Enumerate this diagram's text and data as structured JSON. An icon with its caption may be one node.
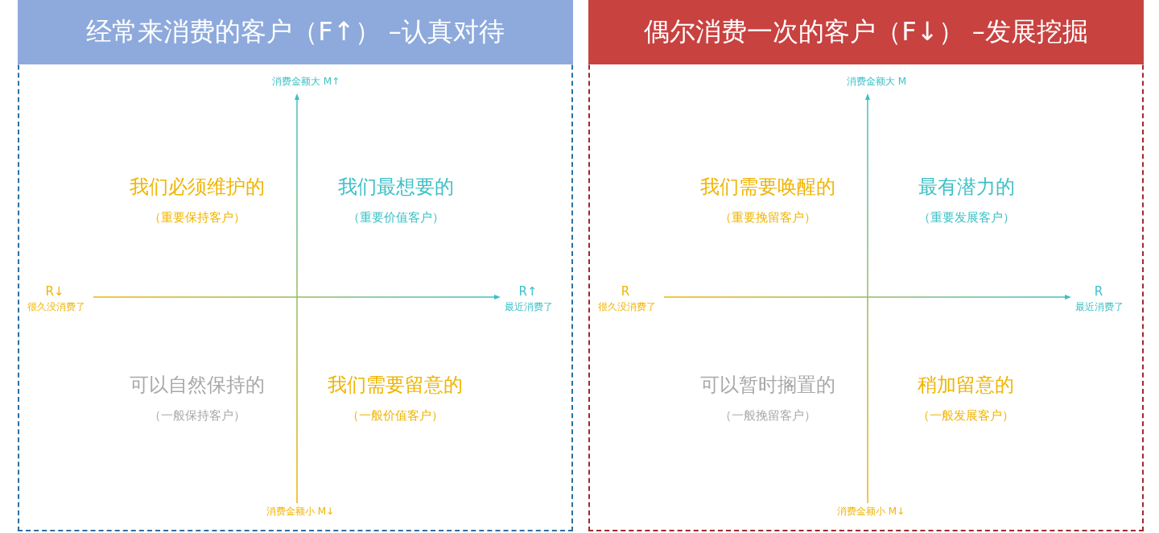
{
  "diagram": {
    "nodes": [
      {
        "text": [
          "经常来消费的客户（F↑） –认真对待"
        ]
      },
      {
        "text": [
          "偶尔消费一次的客户（F↓） –发展挖掘"
        ]
      }
    ],
    "labels": [
      "消费金额大 M↑",
      "我们必须维护的",
      "（重要保持客户）",
      "我们最想要的",
      "（重要价值客户）",
      "R↓",
      "很久没消费了",
      "R↑",
      "最近消费了",
      "可以自然保持的",
      "（一般保持客户）",
      "我们需要留意的",
      "（一般价值客户）",
      "消费金额小 M↓",
      "消费金额大 M",
      "我们需要唤醒的",
      "（重要挽留客户）",
      "最有潜力的",
      "（重要发展客户）",
      "R",
      "很久没消费了",
      "R",
      "最近消费了",
      "可以暂时搁置的",
      "（一般挽留客户）",
      "稍加留意的",
      "（一般发展客户）",
      "消费金额小 M↓"
    ]
  }
}
